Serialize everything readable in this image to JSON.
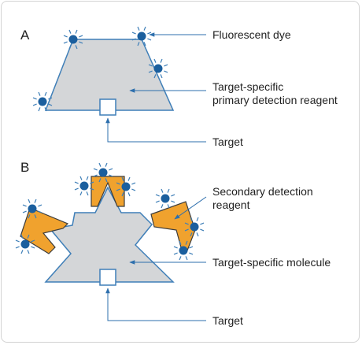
{
  "panel_a": {
    "letter": "A",
    "labels": {
      "dye": "Fluorescent dye",
      "primary_line1": "Target-specific",
      "primary_line2": "primary detection reagent",
      "target": "Target"
    }
  },
  "panel_b": {
    "letter": "B",
    "labels": {
      "secondary_line1": "Secondary detection",
      "secondary_line2": "reagent",
      "molecule": "Target-specific molecule",
      "target": "Target"
    }
  },
  "colors": {
    "shape_fill": "#d4d6d8",
    "shape_stroke": "#3f7fb8",
    "reagent_fill": "#f0a22e",
    "reagent_stroke": "#3c3c3c",
    "dye": "#1b5f9e",
    "ray": "#3f7fb8",
    "arrow": "#2d6fad"
  },
  "icons": [
    "fluorescent-dye-icon",
    "target-square-icon",
    "secondary-reagent-icon"
  ]
}
